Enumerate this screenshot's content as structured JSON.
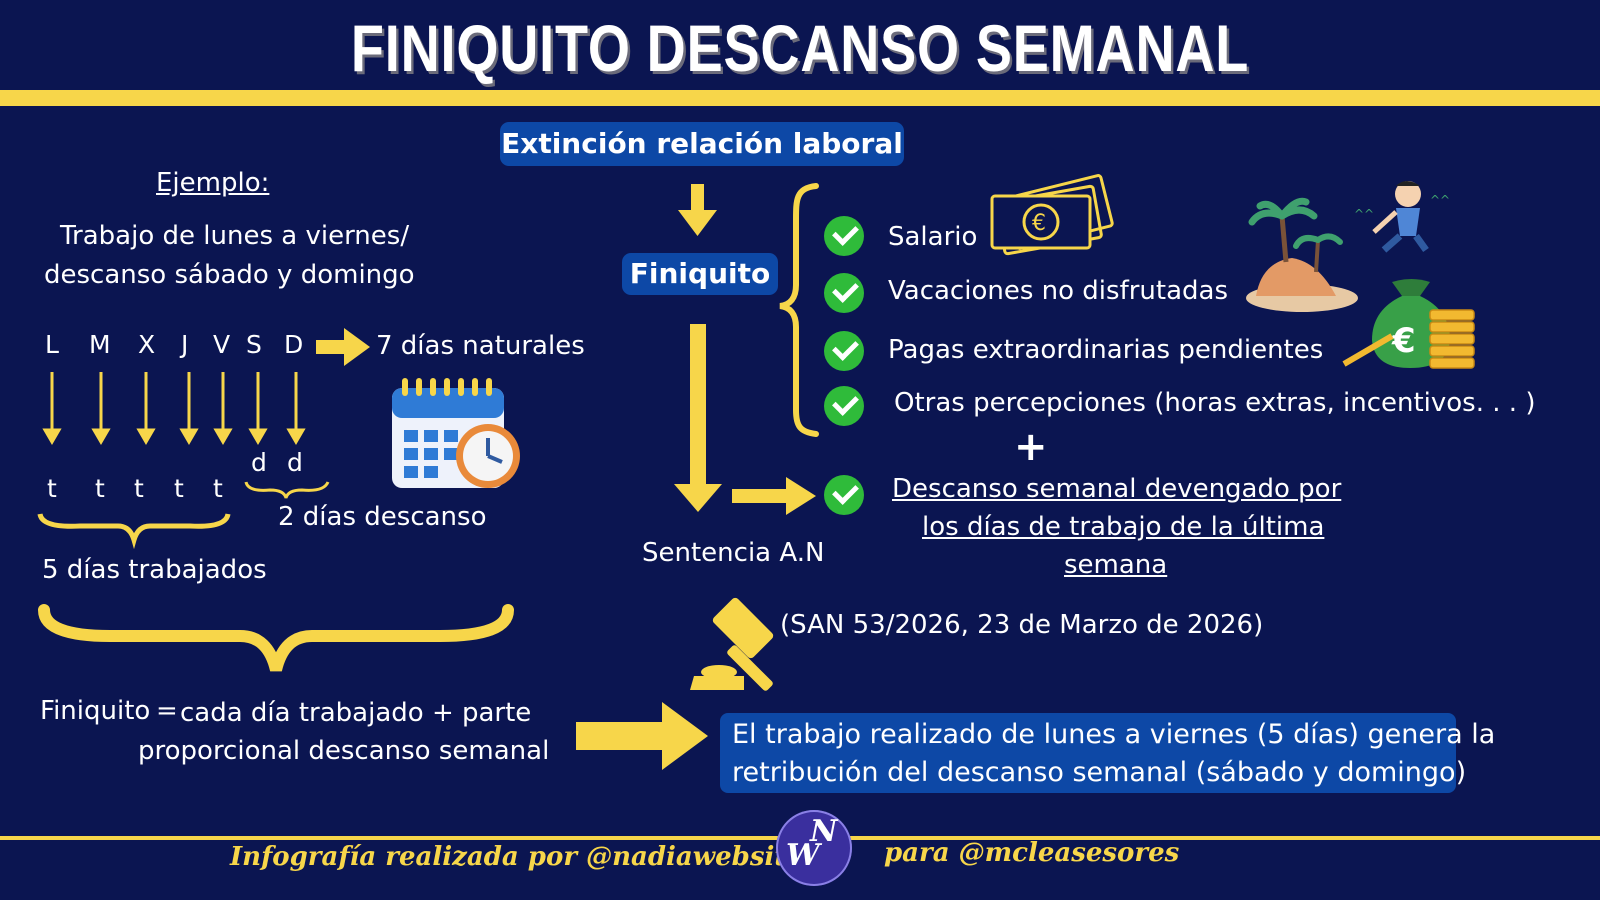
{
  "title": "FINIQUITO DESCANSO SEMANAL",
  "extincion": "Extinción relación laboral",
  "finiquito_label": "Finiquito",
  "ejemplo": {
    "heading": "Ejemplo:",
    "line1": "Trabajo de lunes a viernes/",
    "line2": "descanso sábado y domingo",
    "days": [
      "L",
      "M",
      "X",
      "J",
      "V",
      "S",
      "D"
    ],
    "dias_naturales": "7 días naturales",
    "work_marks": [
      "t",
      "t",
      "t",
      "t",
      "t"
    ],
    "rest_marks": [
      "d",
      "d"
    ],
    "dias_descanso": "2 días descanso",
    "dias_trabajados": "5 días trabajados"
  },
  "items": [
    {
      "label": "Salario"
    },
    {
      "label": "Vacaciones no disfrutadas"
    },
    {
      "label": "Pagas extraordinarias pendientes"
    },
    {
      "label": "Otras percepciones (horas extras, incentivos. . . )"
    }
  ],
  "plus": "+",
  "descanso": {
    "line1": "Descanso semanal devengado por",
    "line2": "los días de trabajo de la última",
    "line3": "semana"
  },
  "sentencia": "Sentencia A.N",
  "citation": "(SAN 53/2026, 23 de Marzo de 2026)",
  "formula": {
    "label": "Finiquito",
    "eq": "=",
    "line1": "cada día trabajado + parte",
    "line2": "proporcional  descanso semanal"
  },
  "info": {
    "line1": "El trabajo realizado de lunes a viernes (5 días) genera la",
    "line2": "retribución del descanso semanal (sábado y domingo)"
  },
  "footer": {
    "left": "Infografía realizada por @nadiawebsite",
    "right": "para @mcleasesores"
  },
  "logo": {
    "w": "W",
    "n": "N"
  },
  "colors": {
    "background": "#0b1551",
    "accent": "#f7d64a",
    "pill": "#0d48a6",
    "check": "#2fbb3a"
  },
  "icons": [
    "euro-banknotes-icon",
    "island-icon",
    "relaxed-person-icon",
    "money-bag-euro-icon",
    "calendar-clock-icon",
    "gavel-icon",
    "check-icon"
  ]
}
